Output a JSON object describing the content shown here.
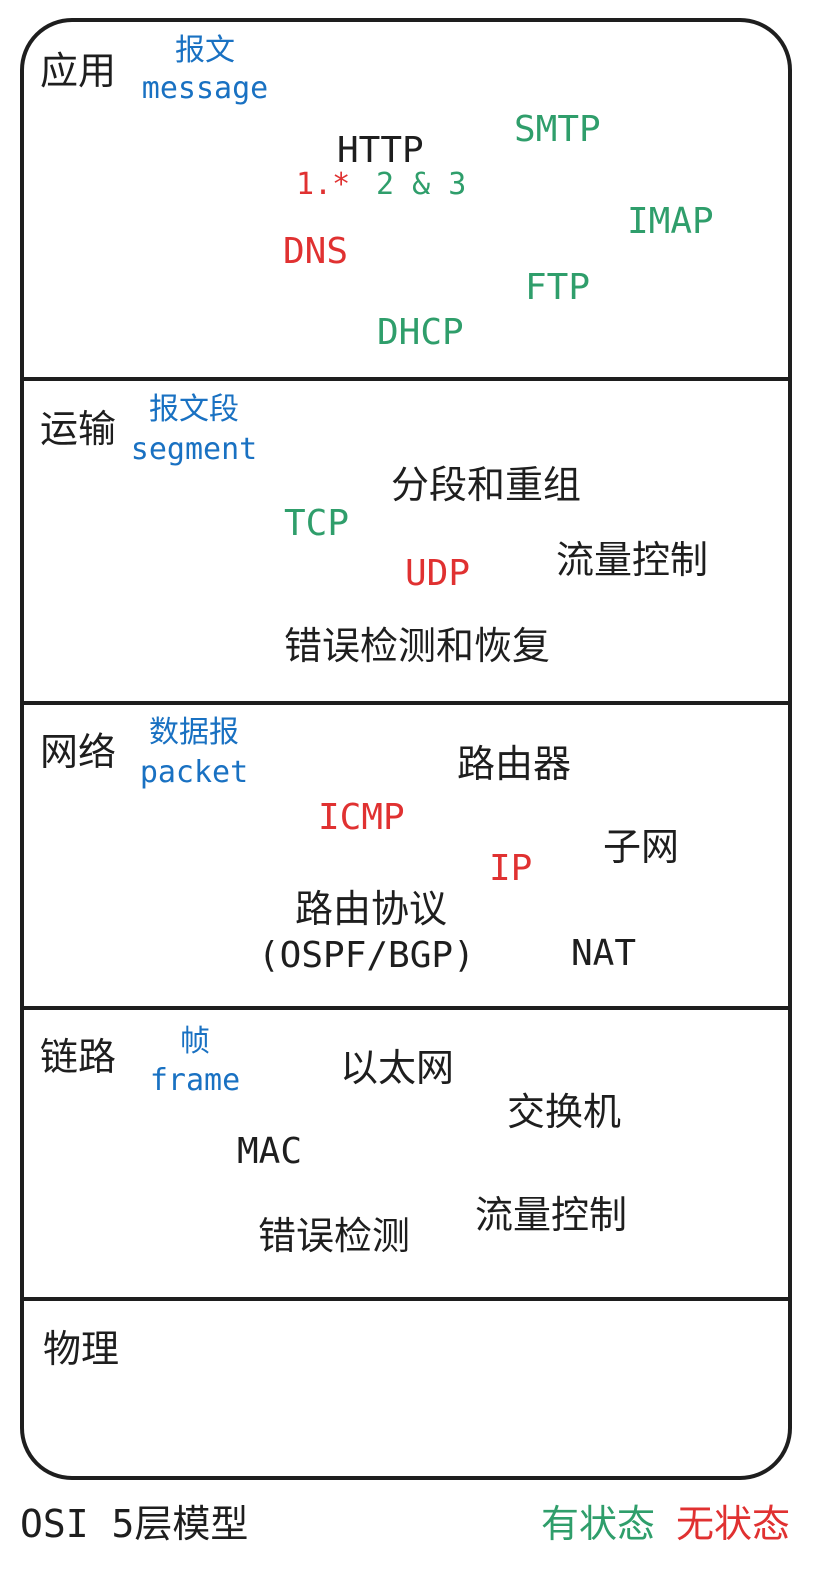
{
  "layers": {
    "application": {
      "name": "应用",
      "unit_cn": "报文",
      "unit_en": "message",
      "items": {
        "http": "HTTP",
        "http_v1": "1.*",
        "http_v23": "2 & 3",
        "smtp": "SMTP",
        "imap": "IMAP",
        "dns": "DNS",
        "ftp": "FTP",
        "dhcp": "DHCP"
      }
    },
    "transport": {
      "name": "运输",
      "unit_cn": "报文段",
      "unit_en": "segment",
      "items": {
        "segmentation": "分段和重组",
        "tcp": "TCP",
        "udp": "UDP",
        "flow_control": "流量控制",
        "error_recovery": "错误检测和恢复"
      }
    },
    "network": {
      "name": "网络",
      "unit_cn": "数据报",
      "unit_en": "packet",
      "items": {
        "router": "路由器",
        "icmp": "ICMP",
        "subnet": "子网",
        "ip": "IP",
        "routing_protocol": "路由协议",
        "routing_protocol_examples": "(OSPF/BGP)",
        "nat": "NAT"
      }
    },
    "link": {
      "name": "链路",
      "unit_cn": "帧",
      "unit_en": "frame",
      "items": {
        "ethernet": "以太网",
        "switch": "交换机",
        "mac": "MAC",
        "flow_control": "流量控制",
        "error_detection": "错误检测"
      }
    },
    "physical": {
      "name": "物理"
    }
  },
  "footer": {
    "title": "OSI 5层模型",
    "legend_stateful": "有状态",
    "legend_stateless": "无状态"
  },
  "colors": {
    "stateful": "#2f9e6b",
    "stateless": "#e03131",
    "unit": "#1971c2",
    "text": "#1e1e1e"
  }
}
